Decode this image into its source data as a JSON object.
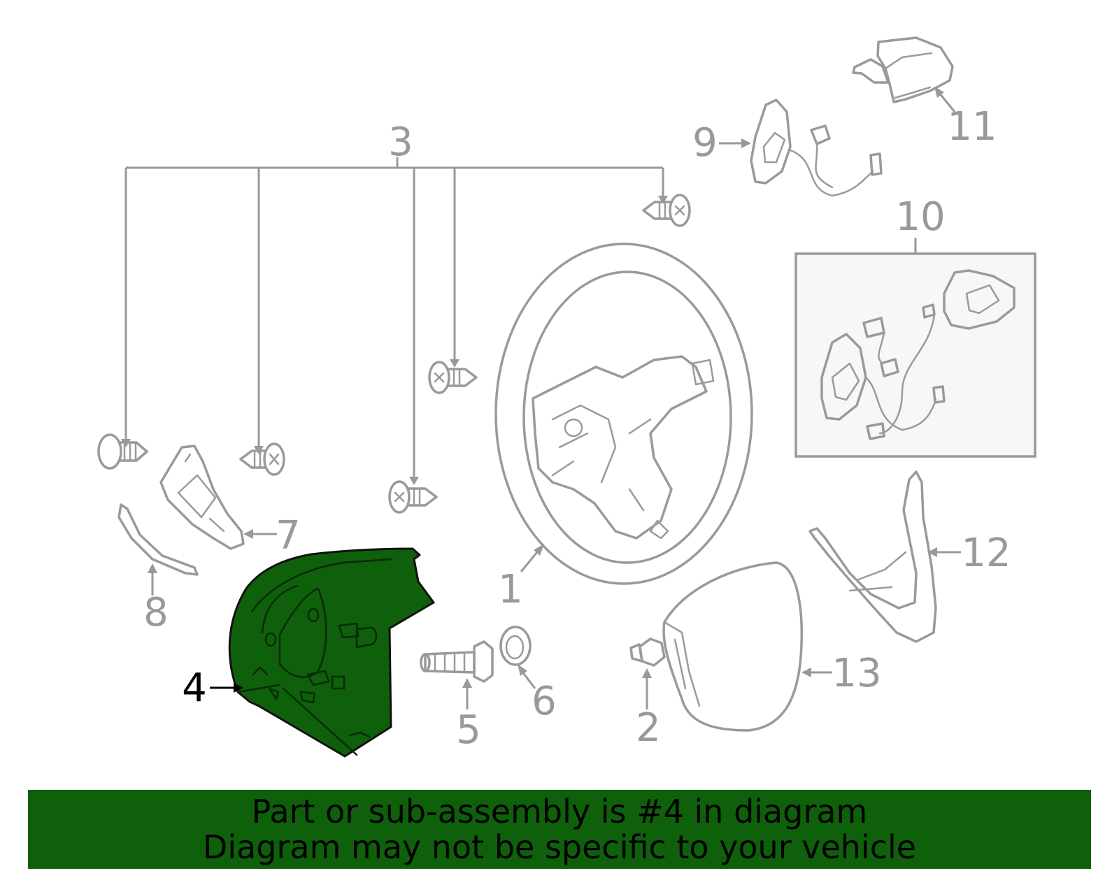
{
  "callouts": {
    "c1": "1",
    "c2": "2",
    "c3": "3",
    "c4": "4",
    "c5": "5",
    "c6": "6",
    "c7": "7",
    "c8": "8",
    "c9": "9",
    "c10": "10",
    "c11": "11",
    "c12": "12",
    "c13": "13"
  },
  "highlighted_part": "4",
  "colors": {
    "highlight": "#0f600b",
    "banner": "#0f600b",
    "line_art": "#9a9a9a"
  },
  "banner": {
    "line1": "Part or sub-assembly is #4 in diagram",
    "line2": "Diagram may not be specific to your vehicle"
  }
}
